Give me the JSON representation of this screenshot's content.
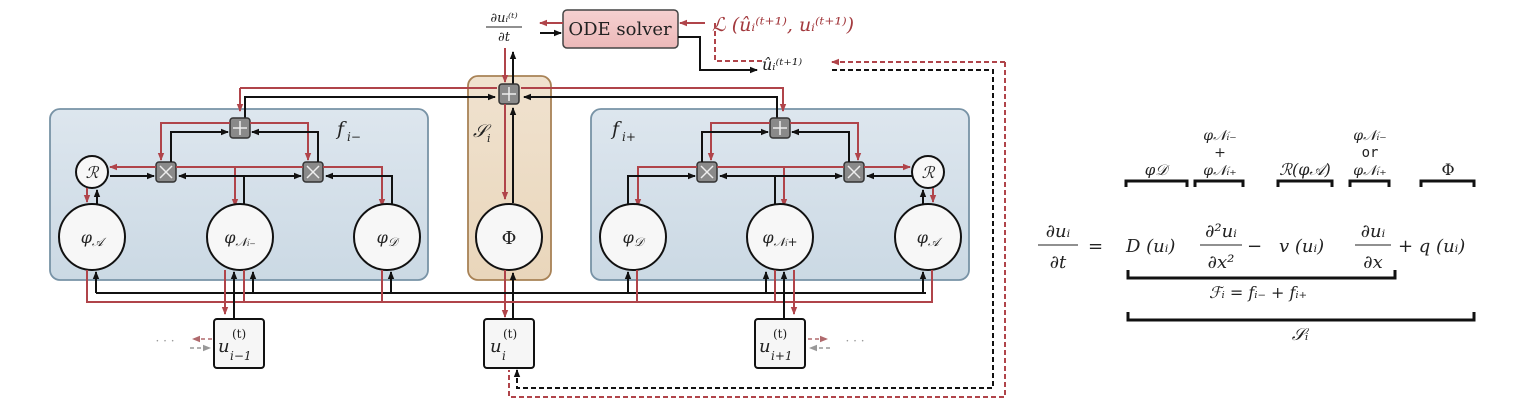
{
  "diagram": {
    "colors": {
      "forward_wire": "#111111",
      "backward_wire": "#b0444a",
      "f_block_fill": "#d3dfe8",
      "f_block_stroke": "#7893a6",
      "source_block_fill": "#eddcc4",
      "source_block_stroke": "#a88256",
      "solver_fill": "#f2c6c6",
      "solver_stroke": "#444444",
      "loss_text": "#a33a3e"
    },
    "top": {
      "derivative_label": "∂uᵢ⁽ᵗ⁾/∂t",
      "derivative_num": "∂uᵢ⁽ᵗ⁾",
      "derivative_den": "∂t",
      "solver_label": "ODE solver",
      "loss_label": "ℒ (ûᵢ⁽ᵗ⁺¹⁾, uᵢ⁽ᵗ⁺¹⁾)",
      "prediction_label": "ûᵢ⁽ᵗ⁺¹⁾"
    },
    "blocks": {
      "left": {
        "title": "f",
        "title_sub": "i−",
        "reaction": "ℛ",
        "nodes": [
          {
            "name": "φ",
            "sub": "𝒜"
          },
          {
            "name": "φ",
            "sub": "𝒩ᵢ₋"
          },
          {
            "name": "φ",
            "sub": "𝒟"
          }
        ]
      },
      "source": {
        "title": "𝒮",
        "title_sub": "i",
        "node": "Φ"
      },
      "right": {
        "title": "f",
        "title_sub": "i+",
        "reaction": "ℛ",
        "nodes": [
          {
            "name": "φ",
            "sub": "𝒟"
          },
          {
            "name": "φ",
            "sub": "𝒩ᵢ+"
          },
          {
            "name": "φ",
            "sub": "𝒜"
          }
        ]
      },
      "operators": {
        "sum": "⊞",
        "product": "⊠"
      }
    },
    "states": [
      {
        "base": "u",
        "sup": "(t)",
        "sub": "i−1",
        "ellipsis": "· · ·"
      },
      {
        "base": "u",
        "sup": "(t)",
        "sub": "i"
      },
      {
        "base": "u",
        "sup": "(t)",
        "sub": "i+1",
        "ellipsis": "· · ·"
      }
    ]
  },
  "equation": {
    "lhs_num": "∂uᵢ",
    "lhs_den": "∂t",
    "equals": "=",
    "D_term": "D (uᵢ)",
    "diff2_num": "∂²uᵢ",
    "diff2_den": "∂x²",
    "minus": "−",
    "v_term": "v (uᵢ)",
    "diff1_num": "∂uᵢ",
    "diff1_den": "∂x",
    "plus_q": "+ q (uᵢ)",
    "annotations": {
      "phiD": "φ𝒟",
      "phiN_sum_top": "φ𝒩ᵢ₋",
      "phiN_sum_plus": "+",
      "phiN_sum_bottom": "φ𝒩ᵢ₊",
      "R_phiA": "ℛ(φ𝒜)",
      "phiN_or_top": "φ𝒩ᵢ₋",
      "phiN_or_word": "or",
      "phiN_or_bottom": "φ𝒩ᵢ₊",
      "Phi": "Φ"
    },
    "F_label": "ℱᵢ = fᵢ₋ + fᵢ₊",
    "S_label": "𝒮ᵢ"
  }
}
